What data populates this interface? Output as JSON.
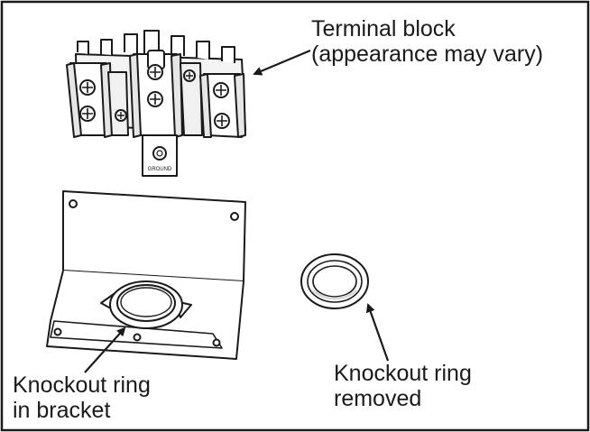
{
  "labels": {
    "terminal_block": {
      "line1": "Terminal block",
      "line2": "(appearance may vary)"
    },
    "knockout_in_bracket": {
      "line1": "Knockout ring",
      "line2": "in bracket"
    },
    "knockout_removed": {
      "line1": "Knockout ring",
      "line2": "removed"
    },
    "ground_stamp": "GROUND"
  },
  "colors": {
    "ink": "#1a1a1a",
    "paper": "#ffffff",
    "shade": "#d9d9d9"
  },
  "icons": [
    "terminal-block-illustration",
    "bracket-illustration",
    "knockout-ring-illustration",
    "callout-arrow-icon"
  ]
}
